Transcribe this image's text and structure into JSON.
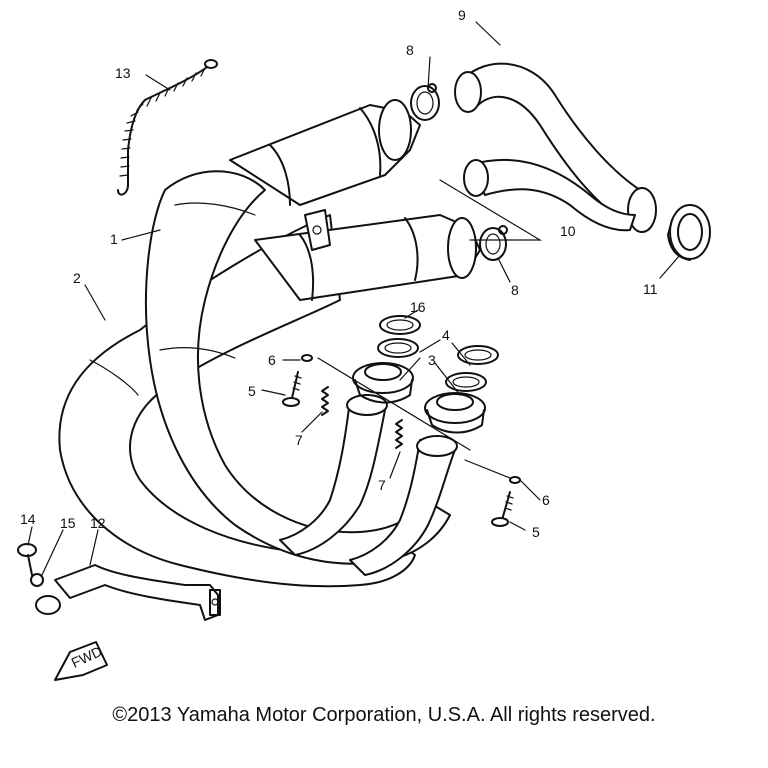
{
  "callouts": [
    "1",
    "2",
    "3",
    "4",
    "5",
    "5",
    "6",
    "6",
    "7",
    "7",
    "8",
    "8",
    "9",
    "10",
    "11",
    "12",
    "13",
    "14",
    "15",
    "16"
  ],
  "fwd_label": "FWD",
  "copyright": "©2013 Yamaha Motor Corporation, U.S.A. All rights reserved."
}
